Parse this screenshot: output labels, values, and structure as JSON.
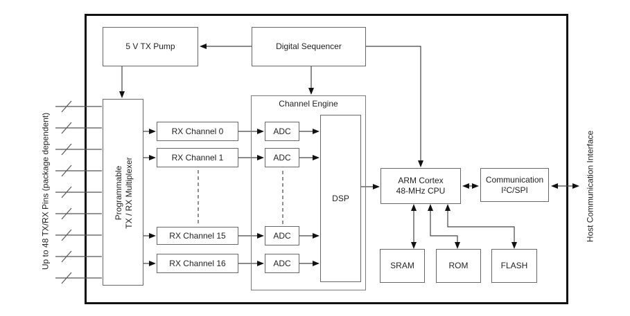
{
  "diagram": {
    "side_labels": {
      "left": "Up to 48 TX/RX Pins (package dependent)",
      "right": "Host Communication Interface"
    },
    "blocks": {
      "tx_pump": "5 V TX Pump",
      "digital_sequencer": "Digital Sequencer",
      "multiplexer": "Programmable\nTX / RX Multiplexer",
      "channel_engine": "Channel Engine",
      "rx_channel_0": "RX Channel 0",
      "rx_channel_1": "RX Channel 1",
      "rx_channel_15": "RX Channel 15",
      "rx_channel_16": "RX Channel 16",
      "adc": "ADC",
      "dsp": "DSP",
      "cpu": "ARM Cortex\n48-MHz CPU",
      "communication": "Communication\nI²C/SPI",
      "sram": "SRAM",
      "rom": "ROM",
      "flash": "FLASH"
    },
    "colors": {
      "background": "#ffffff",
      "outer_border": "#111111",
      "block_border": "#666666",
      "connector": "#444444",
      "arrowhead": "#111111",
      "text": "#1f1f1f"
    },
    "pin_lines_shown": 9
  }
}
